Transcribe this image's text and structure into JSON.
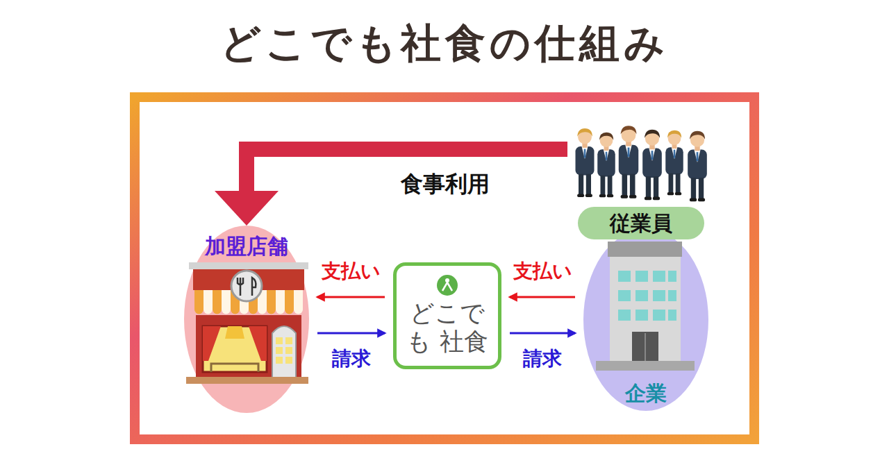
{
  "diagram": {
    "title": "どこでも社食の仕組み",
    "nodes": [
      {
        "text": [
          "従業員"
        ]
      },
      {
        "text": [
          "加盟店舗"
        ]
      },
      {
        "text": [
          "どこでも 社食"
        ]
      },
      {
        "text": [
          "企業"
        ]
      }
    ],
    "edges": [
      {
        "from": 0,
        "to": 1,
        "label": "食事利用",
        "arrow": "to"
      },
      {
        "from": 2,
        "to": 1,
        "label": "支払い",
        "arrow": "to"
      },
      {
        "from": 1,
        "to": 2,
        "label": "請求",
        "arrow": "to"
      },
      {
        "from": 3,
        "to": 2,
        "label": "支払い",
        "arrow": "to"
      },
      {
        "from": 2,
        "to": 3,
        "label": "請求",
        "arrow": "to"
      }
    ]
  }
}
